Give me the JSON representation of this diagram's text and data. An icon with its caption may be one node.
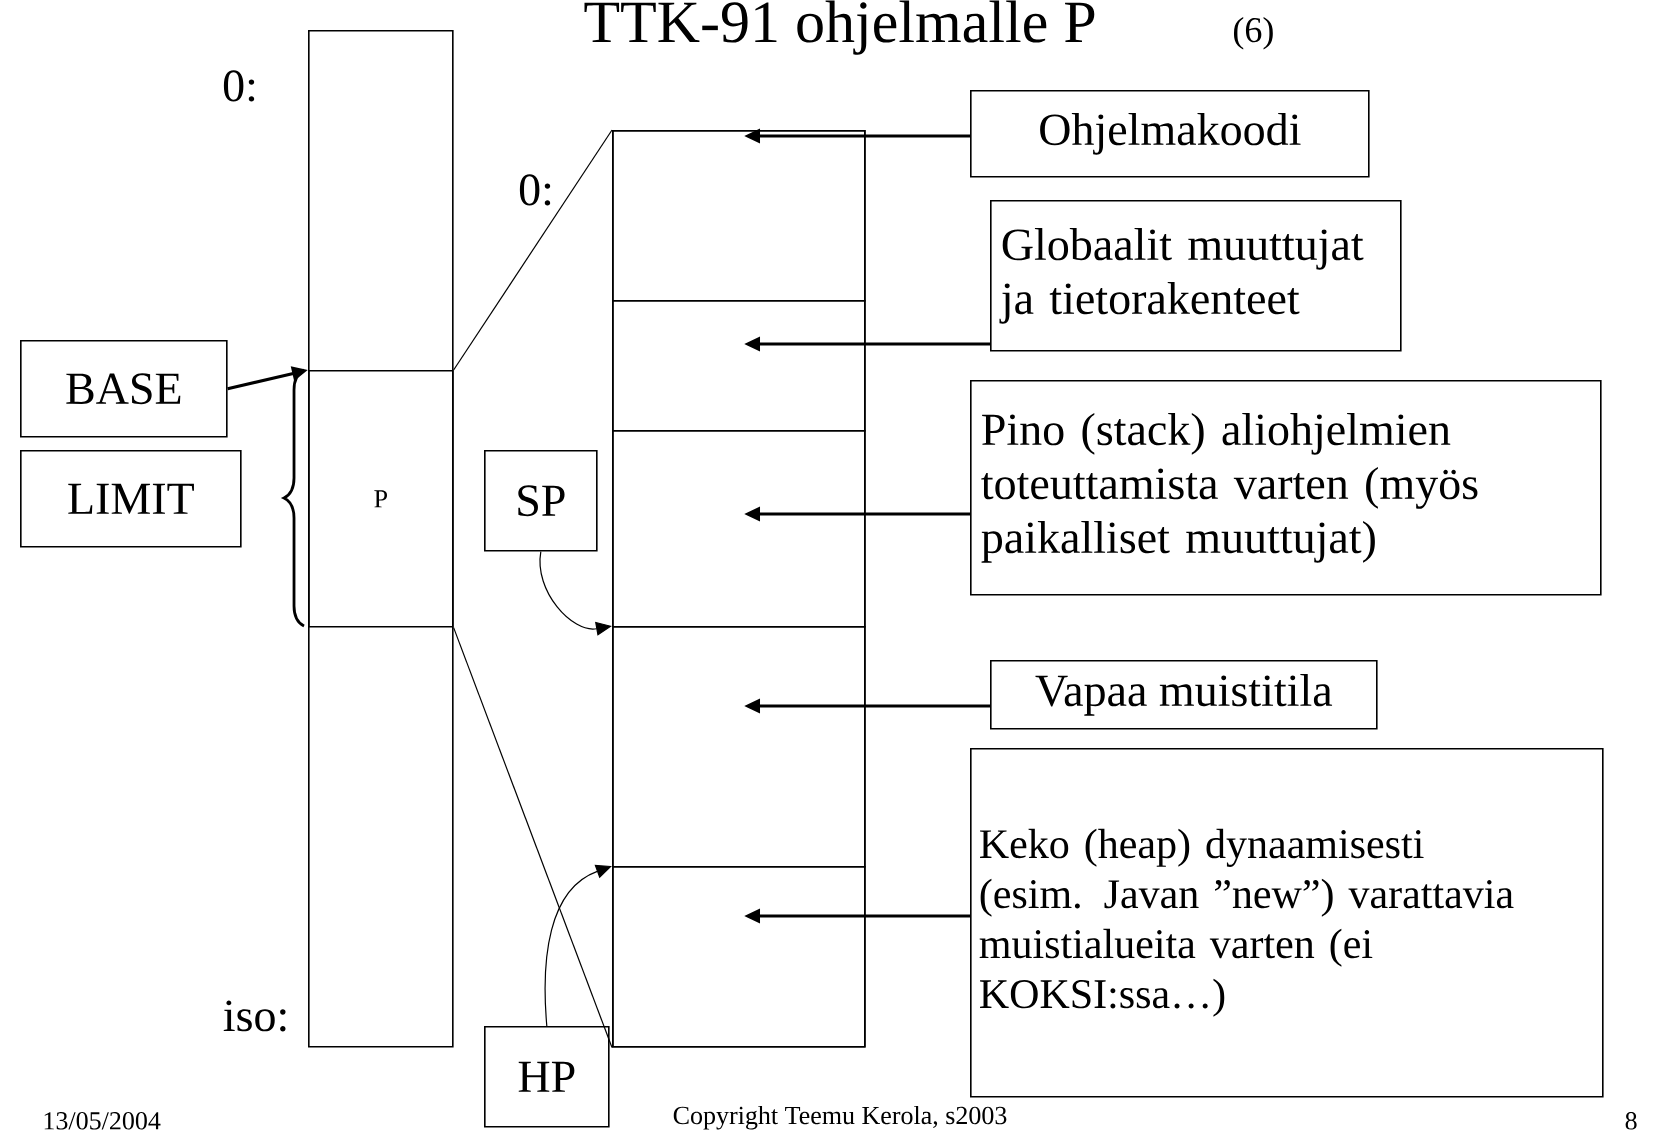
{
  "diagram": {
    "title": "TTK-91 ohjelmalle P",
    "nodes": [
      {
        "text": [],
        "shape": "box",
        "beside": [
          "0:",
          "iso:"
        ]
      },
      {
        "text": [
          "P"
        ],
        "in": 0
      },
      {
        "text": [
          "BASE"
        ]
      },
      {
        "text": [
          "LIMIT"
        ]
      },
      {
        "text": [],
        "shape": "box",
        "beside": [
          "0:"
        ]
      },
      {
        "text": [],
        "shape": "box",
        "in": 4
      },
      {
        "text": [],
        "shape": "box",
        "in": 4
      },
      {
        "text": [],
        "shape": "box",
        "in": 4
      },
      {
        "text": [],
        "shape": "box",
        "in": 4
      },
      {
        "text": [],
        "shape": "box",
        "in": 4
      },
      {
        "text": [
          "Ohjelmakoodi"
        ]
      },
      {
        "text": [
          "Globaalit muuttujat ja tietorakenteet"
        ]
      },
      {
        "text": [
          "Pino (stack) aliohjelmien toteuttamista varten (myös paikalliset muuttujat)"
        ]
      },
      {
        "text": [
          "Vapaa muistitila"
        ]
      },
      {
        "text": [
          "Keko (heap) dynaamisesti (esim. Javan ”new”) varattavia muistialueita varten (ei KOKSI:ssa…)"
        ]
      },
      {
        "text": [
          "SP"
        ]
      },
      {
        "text": [
          "HP"
        ]
      }
    ],
    "edges": [
      {
        "from": 2,
        "to": 1,
        "arrow": "to"
      },
      {
        "from": 15,
        "to": 8,
        "arrow": "to"
      },
      {
        "from": 16,
        "to": 9,
        "arrow": "to"
      },
      {
        "from": 10,
        "to": 5,
        "arrow": "to"
      },
      {
        "from": 11,
        "to": 6,
        "arrow": "to"
      },
      {
        "from": 12,
        "to": 7,
        "arrow": "to"
      },
      {
        "from": 13,
        "to": 8,
        "arrow": "to"
      },
      {
        "from": 14,
        "to": 9,
        "arrow": "to"
      },
      {
        "from": 1,
        "to": 4,
        "arrow": "none"
      },
      {
        "from": 1,
        "to": 4,
        "arrow": "none"
      }
    ],
    "labels": [
      "(6)",
      "13/05/2004",
      "Copyright Teemu Kerola, s2003",
      "8"
    ]
  }
}
